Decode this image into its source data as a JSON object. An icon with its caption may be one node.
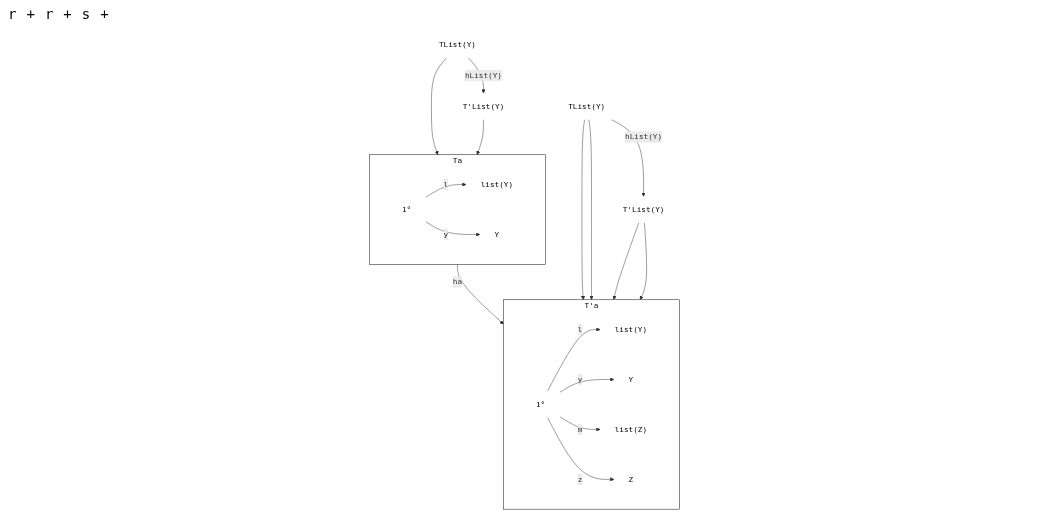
{
  "diagram": {
    "nodes": [
      {
        "text": [
          "Ta"
        ]
      },
      {
        "text": [
          "TList(Y)"
        ]
      },
      {
        "text": [
          "T'List(Y)"
        ]
      },
      {
        "text": [
          "list(Y)"
        ],
        "in": 0
      },
      {
        "text": [
          "1°"
        ],
        "in": 0
      },
      {
        "text": [
          "Y"
        ],
        "in": 0
      },
      {
        "text": [
          "T'a"
        ]
      },
      {
        "text": [
          "TList(Y)"
        ]
      },
      {
        "text": [
          "T'List(Y)"
        ]
      },
      {
        "text": [
          "list(Y)"
        ],
        "in": 6
      },
      {
        "text": [
          "1°"
        ],
        "in": 6
      },
      {
        "text": [
          "Y"
        ],
        "in": 6
      },
      {
        "text": [
          "list(Z)"
        ],
        "in": 6
      },
      {
        "text": [
          "Z"
        ],
        "in": 6
      }
    ],
    "edges": [
      {
        "from": 1,
        "to": 2,
        "arrow": "to",
        "label": "hList(Y)"
      },
      {
        "from": 1,
        "to": 0,
        "arrow": "to"
      },
      {
        "from": 2,
        "to": 0,
        "arrow": "to"
      },
      {
        "from": 4,
        "to": 3,
        "arrow": "to",
        "label": "l"
      },
      {
        "from": 4,
        "to": 5,
        "arrow": "to",
        "label": "y"
      },
      {
        "from": 0,
        "to": 6,
        "arrow": "to",
        "label": "ha"
      },
      {
        "from": 7,
        "to": 8,
        "arrow": "to",
        "label": "hList(Y)"
      },
      {
        "from": 7,
        "to": 6,
        "arrow": "to"
      },
      {
        "from": 7,
        "to": 6,
        "arrow": "to"
      },
      {
        "from": 8,
        "to": 6,
        "arrow": "to"
      },
      {
        "from": 8,
        "to": 6,
        "arrow": "to"
      },
      {
        "from": 10,
        "to": 9,
        "arrow": "to",
        "label": "l"
      },
      {
        "from": 10,
        "to": 11,
        "arrow": "to",
        "label": "y"
      },
      {
        "from": 10,
        "to": 12,
        "arrow": "to",
        "label": "m"
      },
      {
        "from": 10,
        "to": 13,
        "arrow": "to",
        "label": "z"
      }
    ],
    "labels": [
      "r",
      "+",
      "r",
      "+",
      "s",
      "+"
    ]
  }
}
